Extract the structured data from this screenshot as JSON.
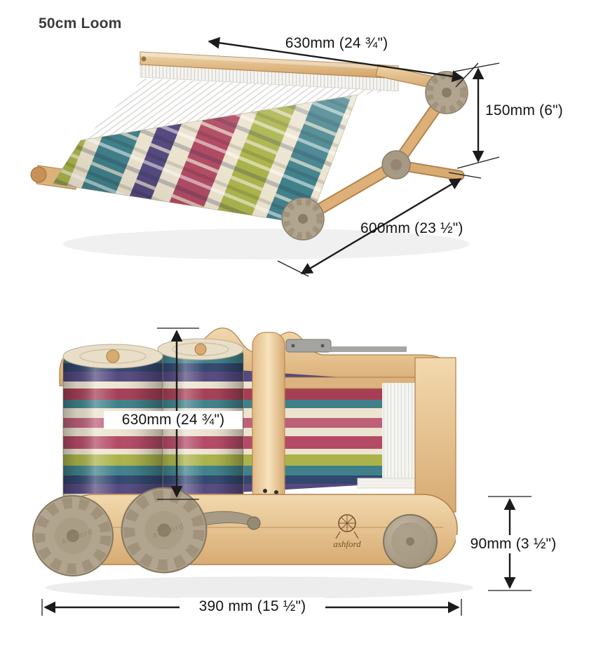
{
  "title": "50cm Loom",
  "figure_assembled": {
    "dim_width_label": "630mm (24 ¾\")",
    "dim_height_label": "150mm (6\")",
    "dim_depth_label": "600mm (23 ½\")"
  },
  "figure_folded": {
    "dim_width_label": "630mm (24 ¾\")",
    "dim_knob_label": "90mm (3 ½\")",
    "dim_depth_label": "390 mm (15 ½\")"
  },
  "branding": {
    "logo_text": "ashford",
    "knob_text": "ashford"
  },
  "palette": {
    "wood_light": "#f0d6ab",
    "wood_dark": "#c89157",
    "knob_tan": "#b2a58f",
    "yarn_cream": "#ece4cf",
    "yarn_crimson": "#b04a63",
    "yarn_olive": "#aab34a",
    "yarn_teal": "#3f808a",
    "yarn_purple": "#55497f",
    "yarn_navy": "#33476e",
    "dimension_line": "#1b1b1b"
  }
}
